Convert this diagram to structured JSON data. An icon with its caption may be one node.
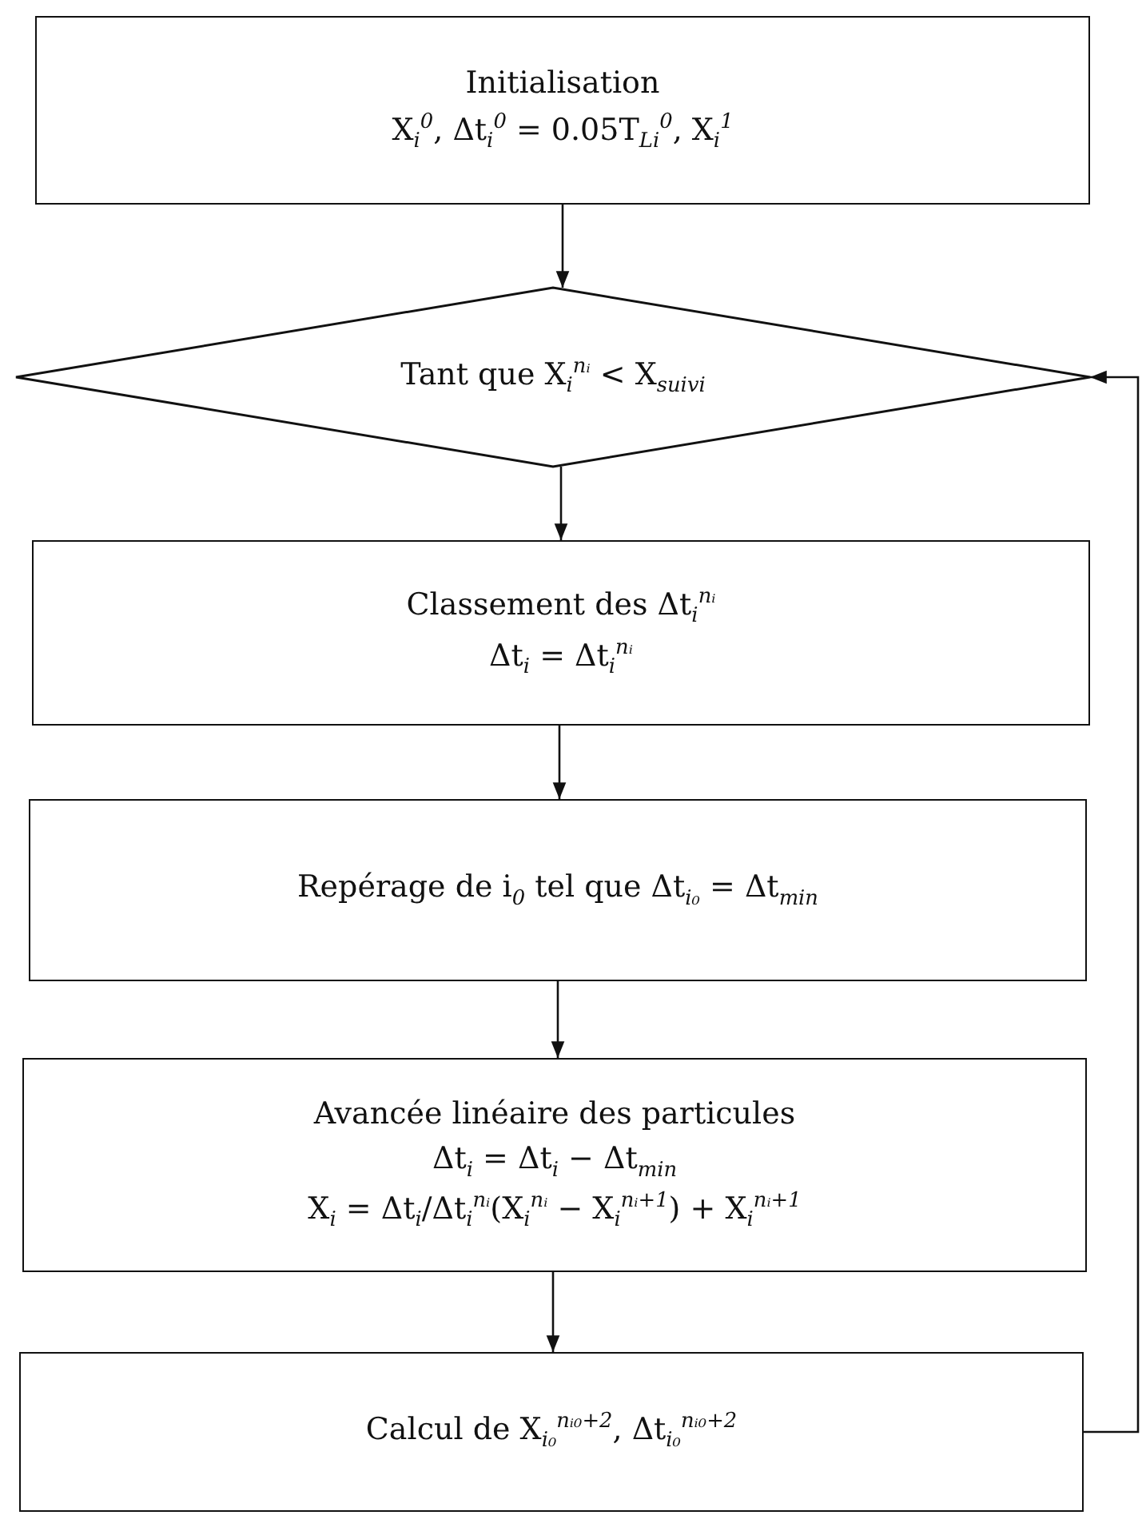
{
  "diagram": {
    "nodes": [
      {
        "text": [
          "Initialisation",
          "X$_{i}$$^{0}$, Δt$_{i}$$^{0}$ = 0.05T$_{Li}$$^{0}$, X$_{i}$$^{1}$"
        ]
      },
      {
        "text": [
          "Tant que X$_{i}$$^{nᵢ}$ < X$_{suivi}$"
        ]
      },
      {
        "text": [
          "Classement des Δt$_{i}$$^{nᵢ}$",
          "Δt$_{i}$ = Δt$_{i}$$^{nᵢ}$"
        ]
      },
      {
        "text": [
          "Repérage de i$_{0}$ tel que Δt$_{i₀}$ = Δt$_{min}$"
        ]
      },
      {
        "text": [
          "Avancée linéaire des particules",
          "Δt$_{i}$ = Δt$_{i}$ − Δt$_{min}$",
          "X$_{i}$ = Δt$_{i}$/Δt$_{i}$$^{nᵢ}$(X$_{i}$$^{nᵢ}$ − X$_{i}$$^{nᵢ+1}$) + X$_{i}$$^{nᵢ+1}$"
        ]
      },
      {
        "text": [
          "Calcul de X$_{i₀}$$^{nᵢ₀+2}$, Δt$_{i₀}$$^{nᵢ₀+2}$"
        ]
      }
    ],
    "edges": [
      {
        "from": 0,
        "to": 1,
        "arrow": "to"
      },
      {
        "from": 1,
        "to": 2,
        "arrow": "to"
      },
      {
        "from": 2,
        "to": 3,
        "arrow": "to"
      },
      {
        "from": 3,
        "to": 4,
        "arrow": "to"
      },
      {
        "from": 4,
        "to": 5,
        "arrow": "to"
      },
      {
        "from": 5,
        "to": 1,
        "arrow": "to"
      }
    ]
  }
}
